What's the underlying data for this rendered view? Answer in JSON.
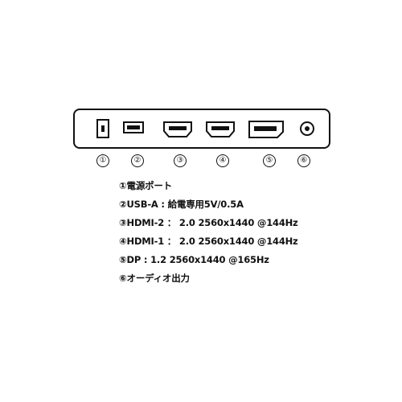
{
  "port_numbers": [
    "①",
    "②",
    "③",
    "④",
    "⑤",
    "⑥"
  ],
  "specs": [
    "①電源ポート",
    "②USB-A : 給電専用5V/0.5A",
    "③HDMI-2 ： 2.0 2560x1440 @144Hz",
    "④HDMI-1 ： 2.0 2560x1440 @144Hz",
    "⑤DP : 1.2 2560x1440 @165Hz",
    "⑥オーディオ出力"
  ]
}
